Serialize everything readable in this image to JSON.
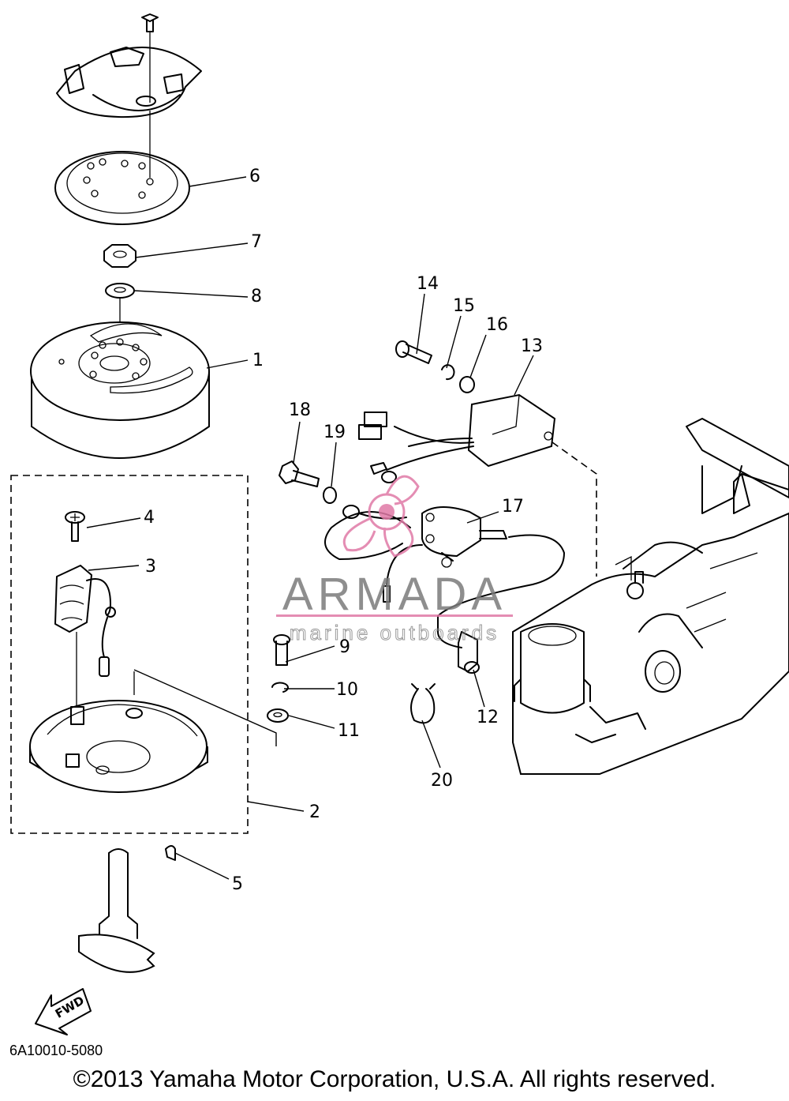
{
  "callouts": {
    "p1": "1",
    "p2": "2",
    "p3": "3",
    "p4": "4",
    "p5": "5",
    "p6": "6",
    "p7": "7",
    "p8": "8",
    "p9": "9",
    "p10": "10",
    "p11": "11",
    "p12": "12",
    "p13": "13",
    "p14": "14",
    "p15": "15",
    "p16": "16",
    "p17": "17",
    "p18": "18",
    "p19": "19",
    "p20": "20"
  },
  "fwd_label": "FWD",
  "watermark": {
    "brand": "ARMADA",
    "tagline": "marine outboards",
    "accent_color": "#e07aa6"
  },
  "diagram_code": "6A10010-5080",
  "copyright": "©2013 Yamaha Motor Corporation, U.S.A. All rights reserved."
}
